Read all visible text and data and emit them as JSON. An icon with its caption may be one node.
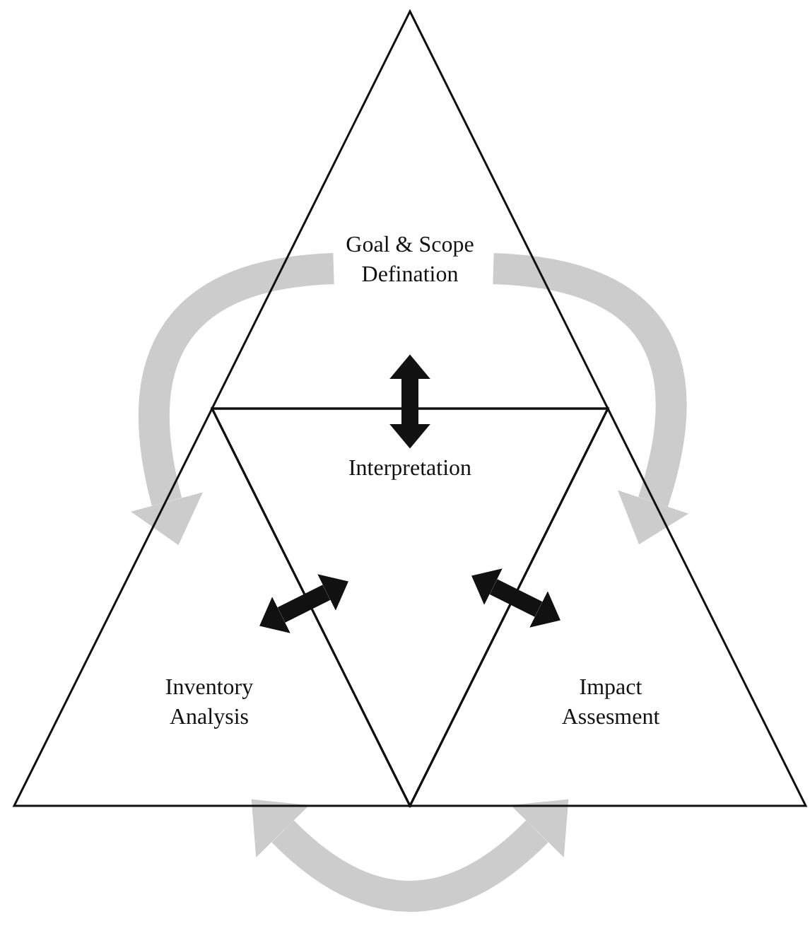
{
  "diagram": {
    "nodes": [
      {
        "text": [
          "Goal & Scope Defination"
        ]
      },
      {
        "text": [
          "Interpretation"
        ]
      },
      {
        "text": [
          "Inventory Analysis"
        ]
      },
      {
        "text": [
          "Impact Assesment"
        ]
      }
    ],
    "edges": [
      {
        "from": 0,
        "to": 1,
        "arrow": "both"
      },
      {
        "from": 1,
        "to": 2,
        "arrow": "both"
      },
      {
        "from": 1,
        "to": 3,
        "arrow": "both"
      },
      {
        "from": 0,
        "to": 2,
        "arrow": "to",
        "style": "thick",
        "color": "#cccccc"
      },
      {
        "from": 0,
        "to": 3,
        "arrow": "to",
        "style": "thick",
        "color": "#cccccc"
      },
      {
        "from": 2,
        "to": 3,
        "arrow": "both",
        "style": "thick",
        "color": "#cccccc"
      }
    ]
  }
}
